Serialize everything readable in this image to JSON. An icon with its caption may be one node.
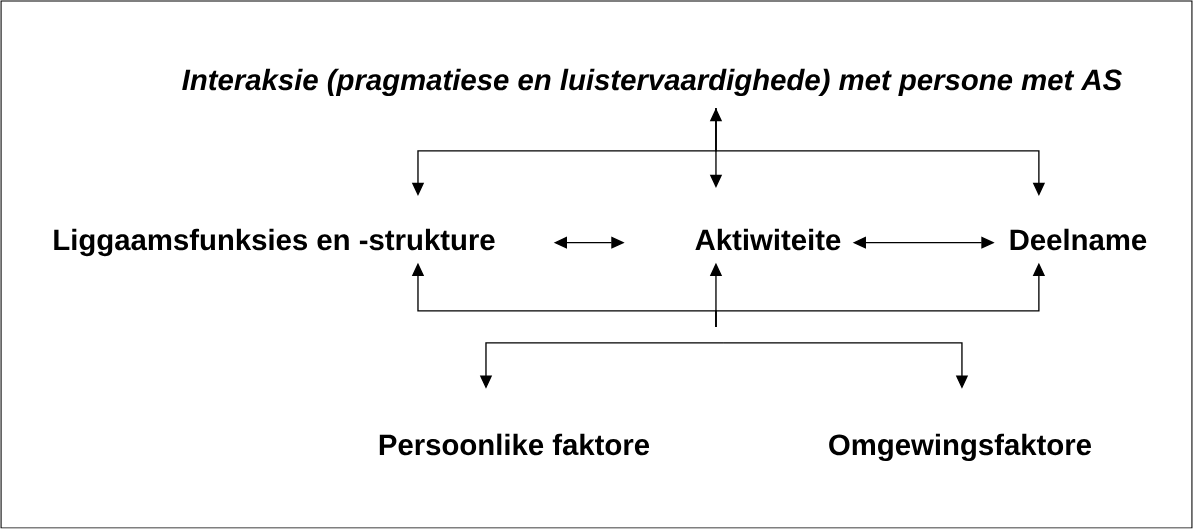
{
  "diagram": {
    "nodes": [
      {
        "text": [
          "Interaksie (pragmatiese en luistervaardighede) met persone met AS"
        ]
      },
      {
        "text": [
          "Liggaamsfunksies en -strukture"
        ]
      },
      {
        "text": [
          "Aktiwiteite"
        ]
      },
      {
        "text": [
          "Deelname"
        ]
      },
      {
        "text": [
          "Persoonlike faktore"
        ]
      },
      {
        "text": [
          "Omgewingsfaktore"
        ]
      }
    ],
    "edges": [
      {
        "from": 0,
        "to": 1,
        "arrow": "to"
      },
      {
        "from": 0,
        "to": 2,
        "arrow": "both"
      },
      {
        "from": 0,
        "to": 3,
        "arrow": "to"
      },
      {
        "from": 1,
        "to": 2,
        "arrow": "both"
      },
      {
        "from": 2,
        "to": 3,
        "arrow": "both"
      },
      {
        "from": null,
        "to": 1,
        "arrow": "to"
      },
      {
        "from": null,
        "to": 2,
        "arrow": "to"
      },
      {
        "from": null,
        "to": 3,
        "arrow": "to"
      },
      {
        "from": null,
        "to": 4,
        "arrow": "to"
      },
      {
        "from": null,
        "to": 5,
        "arrow": "to"
      }
    ]
  }
}
